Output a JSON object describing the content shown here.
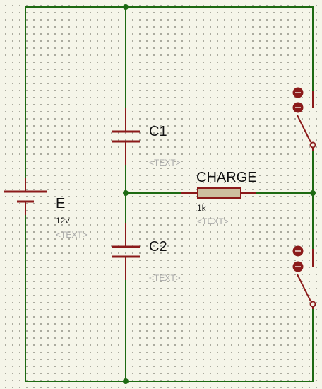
{
  "schematic": {
    "battery": {
      "ref": "E",
      "value": "12v",
      "text": "<TEXT>"
    },
    "capacitor_top": {
      "ref": "C1",
      "text": "<TEXT>"
    },
    "capacitor_bottom": {
      "ref": "C2",
      "text": "<TEXT>"
    },
    "resistor": {
      "ref": "CHARGE",
      "value": "1k",
      "text": "<TEXT>"
    },
    "colors": {
      "wire": "#1d6a12",
      "component": "#8b1a1a",
      "resistor_fill": "#cdbf9f",
      "background": "#f5f5e9",
      "placeholder_text": "#a8a8a8"
    }
  }
}
